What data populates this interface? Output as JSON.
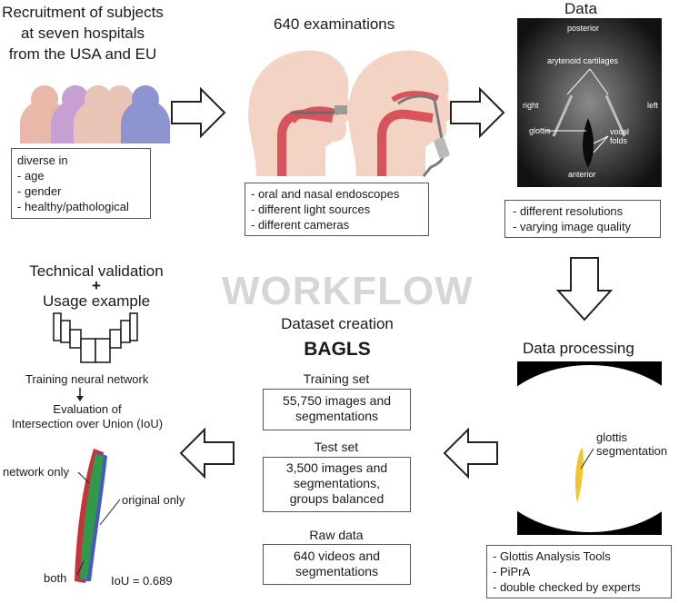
{
  "recruitment": {
    "title_lines": [
      "Recruitment of subjects",
      "at seven hospitals",
      "from the USA and EU"
    ],
    "details": [
      "diverse in",
      "- age",
      "- gender",
      "- healthy/pathological"
    ]
  },
  "examinations": {
    "title": "640 examinations",
    "details": [
      "- oral and nasal endoscopes",
      "- different light sources",
      "- different cameras"
    ]
  },
  "data": {
    "title": "Data",
    "image_labels": {
      "posterior": "posterior",
      "arytenoid": "arytenoid cartilages",
      "right": "right",
      "left": "left",
      "glottis": "glottis",
      "vocal_folds_1": "vocal",
      "vocal_folds_2": "folds",
      "anterior": "anterior"
    },
    "details": [
      "- different resolutions",
      "- varying image quality"
    ]
  },
  "watermark": "WORKFLOW",
  "validation": {
    "title1": "Technical validation",
    "plus": "+",
    "title2": "Usage example",
    "training": "Training neural network",
    "eval1": "Evaluation of",
    "eval2": "Intersection over Union (IoU)",
    "network_only": "network only",
    "original_only": "original only",
    "both": "both",
    "iou": "IoU = 0.689"
  },
  "dataset": {
    "title": "Dataset creation",
    "name": "BAGLS",
    "training_label": "Training set",
    "training_lines": [
      "55,750 images and",
      "segmentations"
    ],
    "test_label": "Test set",
    "test_lines": [
      "3,500 images and",
      "segmentations,",
      "groups balanced"
    ],
    "raw_label": "Raw data",
    "raw_lines": [
      "640 videos and",
      "segmentations"
    ]
  },
  "processing": {
    "title": "Data processing",
    "seg_label_1": "glottis",
    "seg_label_2": "segmentation",
    "details": [
      "- Glottis Analysis Tools",
      "- PiPrA",
      "- double checked by experts"
    ]
  },
  "colors": {
    "people": [
      "#e9c4b6",
      "#c79fd2",
      "#e9c4b6",
      "#eab8a9",
      "#8c95cf"
    ],
    "skin": "#f3d3c3",
    "tissue": "#d8535b",
    "segmentation": "#f2c52b",
    "network_only": "#c8323a",
    "original_only": "#4856c8",
    "both": "#2e9a4a"
  }
}
